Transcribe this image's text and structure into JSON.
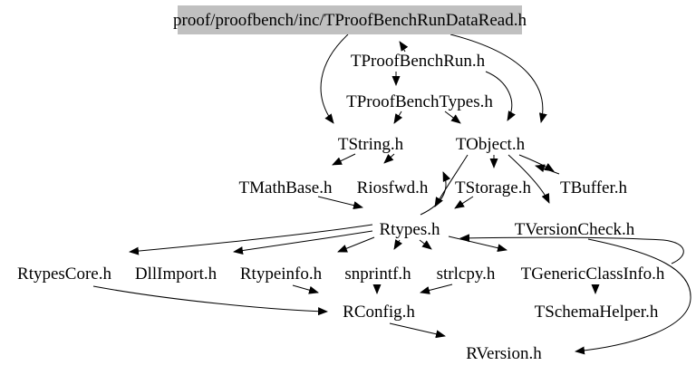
{
  "diagram": {
    "type": "include-dependency-graph",
    "colors": {
      "root_node_bg": "#c0c0c0",
      "edge": "#000000",
      "text": "#000000"
    },
    "nodes": {
      "root": {
        "label": "proof/proofbench/inc/TProofBenchRunDataRead.h"
      },
      "tproofbenchrun": {
        "label": "TProofBenchRun.h"
      },
      "tproofbenchtypes": {
        "label": "TProofBenchTypes.h"
      },
      "tstring": {
        "label": "TString.h"
      },
      "tobject": {
        "label": "TObject.h"
      },
      "tmathbase": {
        "label": "TMathBase.h"
      },
      "riosfwd": {
        "label": "Riosfwd.h"
      },
      "tstorage": {
        "label": "TStorage.h"
      },
      "tbuffer": {
        "label": "TBuffer.h"
      },
      "rtypes": {
        "label": "Rtypes.h"
      },
      "tversioncheck": {
        "label": "TVersionCheck.h"
      },
      "rtypescore": {
        "label": "RtypesCore.h"
      },
      "dllimport": {
        "label": "DllImport.h"
      },
      "rtypeinfo": {
        "label": "Rtypeinfo.h"
      },
      "snprintf": {
        "label": "snprintf.h"
      },
      "strlcpy": {
        "label": "strlcpy.h"
      },
      "tgenericclassinfo": {
        "label": "TGenericClassInfo.h"
      },
      "rconfig": {
        "label": "RConfig.h"
      },
      "tschemahelper": {
        "label": "TSchemaHelper.h"
      },
      "rversion": {
        "label": "RVersion.h"
      }
    },
    "edges": [
      {
        "from": "TProofBenchRun.h",
        "to": "proof/proofbench/inc/TProofBenchRunDataRead.h"
      },
      {
        "from": "proof/proofbench/inc/TProofBenchRunDataRead.h",
        "to": "TString.h"
      },
      {
        "from": "proof/proofbench/inc/TProofBenchRunDataRead.h",
        "to": "TObject.h"
      },
      {
        "from": "TProofBenchRun.h",
        "to": "TProofBenchTypes.h"
      },
      {
        "from": "TProofBenchRun.h",
        "to": "TObject.h"
      },
      {
        "from": "TProofBenchTypes.h",
        "to": "TString.h"
      },
      {
        "from": "TProofBenchTypes.h",
        "to": "TObject.h"
      },
      {
        "from": "TString.h",
        "to": "TMathBase.h"
      },
      {
        "from": "TString.h",
        "to": "Riosfwd.h"
      },
      {
        "from": "TMathBase.h",
        "to": "Rtypes.h"
      },
      {
        "from": "TObject.h",
        "to": "Rtypes.h"
      },
      {
        "from": "TObject.h",
        "to": "TStorage.h"
      },
      {
        "from": "TObject.h",
        "to": "TBuffer.h"
      },
      {
        "from": "TObject.h",
        "to": "TVersionCheck.h"
      },
      {
        "from": "TBuffer.h",
        "to": "TObject.h"
      },
      {
        "from": "TStorage.h",
        "to": "Rtypes.h"
      },
      {
        "from": "Rtypes.h",
        "to": "Riosfwd.h"
      },
      {
        "from": "Rtypes.h",
        "to": "RtypesCore.h"
      },
      {
        "from": "Rtypes.h",
        "to": "DllImport.h"
      },
      {
        "from": "Rtypes.h",
        "to": "Rtypeinfo.h"
      },
      {
        "from": "Rtypes.h",
        "to": "snprintf.h"
      },
      {
        "from": "Rtypes.h",
        "to": "strlcpy.h"
      },
      {
        "from": "Rtypes.h",
        "to": "TGenericClassInfo.h"
      },
      {
        "from": "TGenericClassInfo.h",
        "to": "Rtypes.h"
      },
      {
        "from": "TGenericClassInfo.h",
        "to": "TSchemaHelper.h"
      },
      {
        "from": "TVersionCheck.h",
        "to": "RVersion.h"
      },
      {
        "from": "Rtypeinfo.h",
        "to": "RConfig.h"
      },
      {
        "from": "snprintf.h",
        "to": "RConfig.h"
      },
      {
        "from": "strlcpy.h",
        "to": "RConfig.h"
      },
      {
        "from": "RtypesCore.h",
        "to": "RConfig.h"
      },
      {
        "from": "RConfig.h",
        "to": "RVersion.h"
      }
    ]
  }
}
